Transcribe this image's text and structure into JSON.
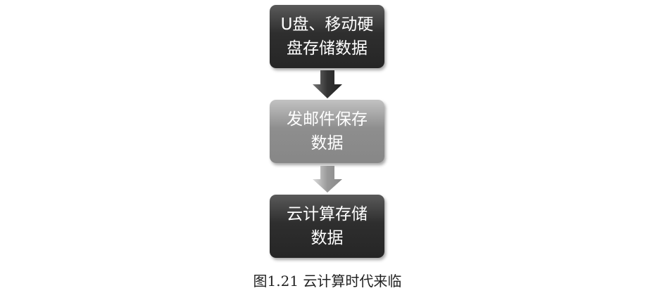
{
  "boxes": [
    {
      "line1": "U盘、移动硬",
      "line2": "盘存储数据"
    },
    {
      "line1": "发邮件保存",
      "line2": "数据"
    },
    {
      "line1": "云计算存储",
      "line2": "数据"
    }
  ],
  "caption": "图1.21  云计算时代来临",
  "colors": {
    "dark": "#2e2e2e",
    "light": "#8e8e8e"
  }
}
